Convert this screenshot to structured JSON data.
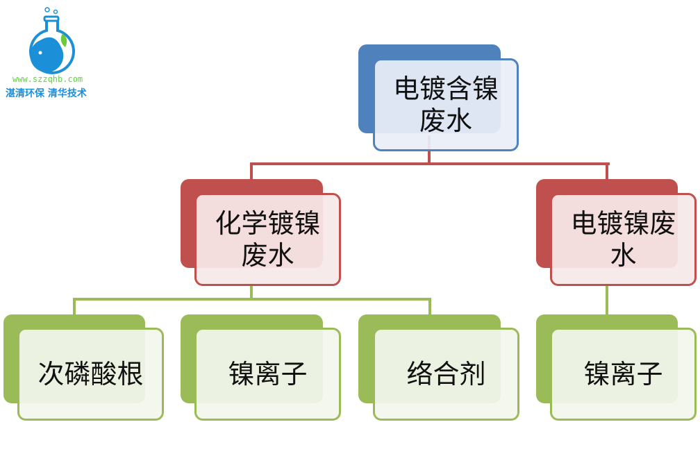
{
  "logo": {
    "url": "www.szzqhb.com",
    "tagline": "湛清环保  清华技术"
  },
  "nodes": {
    "root": "电镀含镍废水",
    "left": "化学镀镍废水",
    "right": "电镀镍废水",
    "l1": "次磷酸根",
    "l2": "镍离子",
    "l3": "络合剂",
    "r1": "镍离子"
  },
  "colors": {
    "level1": "#4F81BD",
    "level2": "#C0504D",
    "level3": "#9BBB59"
  }
}
